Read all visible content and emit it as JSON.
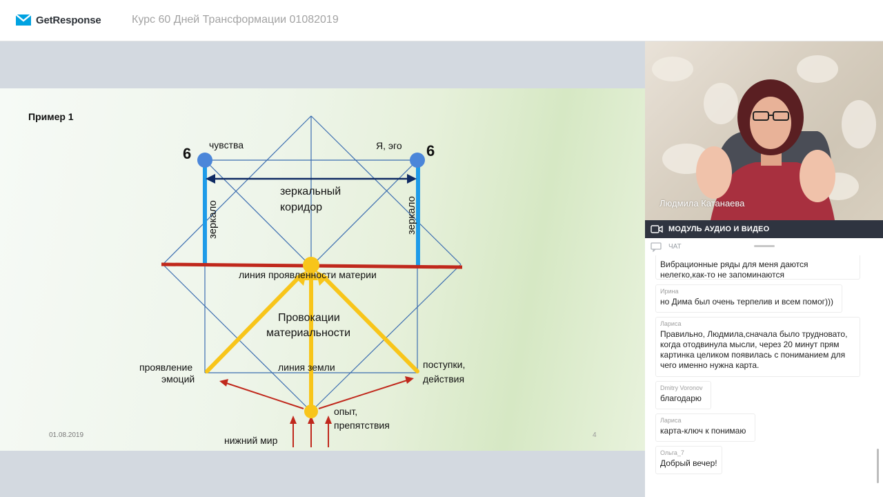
{
  "header": {
    "brand": "GetResponse",
    "webinar_title": "Курс 60 Дней Трансформации 01082019"
  },
  "slide": {
    "heading": "Пример 1",
    "date": "01.08.2019",
    "page_number": "4",
    "labels": {
      "num_left": "6",
      "num_right": "6",
      "feelings": "чувства",
      "ego": "Я, эго",
      "mirror_left": "зеркало",
      "mirror_right": "зеркало",
      "corridor_1": "зеркальный",
      "corridor_2": "коридор",
      "matter_line": "линия проявленности материи",
      "provocations_1": "Провокации",
      "provocations_2": "материальности",
      "emotions_1": "проявление",
      "emotions_2": "эмоций",
      "earth_line": "линия земли",
      "actions_1": "поступки,",
      "actions_2": "действия",
      "experience_1": "опыт,",
      "experience_2": "препятствия",
      "lower_world": "нижний мир"
    },
    "colors": {
      "grid_blue": "#3b6db0",
      "node_blue": "#4b86d9",
      "mirror_blue": "#1e9be8",
      "red": "#c0281c",
      "yellow": "#f8c51a",
      "navy": "#0f2a63"
    }
  },
  "sidebar": {
    "presenter_name": "Людмила Катанаева",
    "av_module_label": "МОДУЛЬ АУДИО И ВИДЕО",
    "chat_label": "ЧАТ",
    "messages": [
      {
        "author": "",
        "text_lines": [
          "Вибрационные ряды для меня даются",
          "нелегко,как-то не запоминаются"
        ]
      },
      {
        "author": "Ирина",
        "text_lines": [
          "но Дима был очень терпелив и всем помог)))"
        ]
      },
      {
        "author": "Лариса",
        "text_lines": [
          "Правильно, Людмила,сначала было трудновато,",
          "когда отодвинула мысли, через 20 минут прям",
          "картинка целиком появилась с пониманием для",
          "чего именно нужна карта."
        ]
      },
      {
        "author": "Dmitry Voronov",
        "text_lines": [
          "благодарю"
        ]
      },
      {
        "author": "Лариса",
        "text_lines": [
          "карта-ключ к понимаю"
        ]
      },
      {
        "author": "Ольга_7",
        "text_lines": [
          "Добрый вечер!"
        ]
      }
    ]
  }
}
